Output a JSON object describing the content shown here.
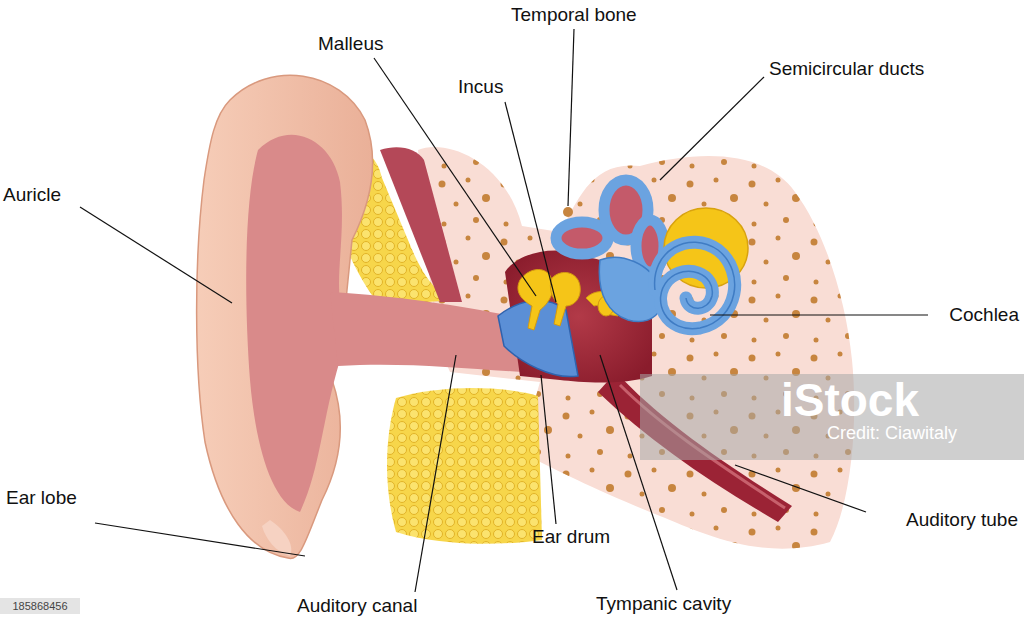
{
  "diagram": {
    "labels": [
      "Temporal bone",
      "Malleus",
      "Incus",
      "Semicircular ducts",
      "Auricle",
      "Cochlea",
      "Ear lobe",
      "Ear drum",
      "Auditory tube",
      "Auditory canal",
      "Tympanic cavity",
      "iStock",
      "Credit: Ciawitaly",
      "185868456"
    ]
  }
}
